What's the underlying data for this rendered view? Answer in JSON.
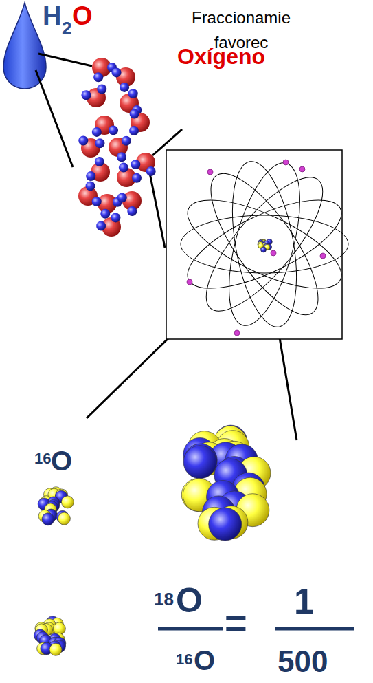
{
  "diagram": {
    "labels": [
      "H",
      "2",
      "O",
      "Fraccionamie favorec",
      "Oxígeno",
      "16",
      "O",
      "18",
      "O",
      "16",
      "O",
      "=",
      "1",
      "500"
    ]
  }
}
